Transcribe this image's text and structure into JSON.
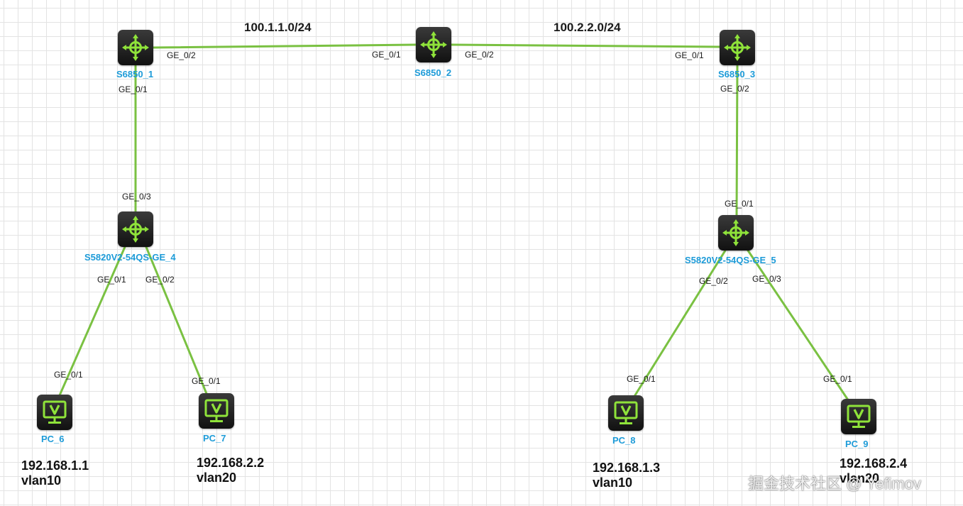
{
  "networks": {
    "net1": "100.1.1.0/24",
    "net2": "100.2.2.0/24"
  },
  "devices": {
    "s6850_1": {
      "name": "S6850_1",
      "icon": "router-icon"
    },
    "s6850_2": {
      "name": "S6850_2",
      "icon": "router-icon"
    },
    "s6850_3": {
      "name": "S6850_3",
      "icon": "router-icon"
    },
    "sw4": {
      "name": "S5820V2-54QS-GE_4",
      "icon": "router-icon"
    },
    "sw5": {
      "name": "S5820V2-54QS-GE_5",
      "icon": "router-icon"
    },
    "pc6": {
      "name": "PC_6",
      "icon": "monitor-icon",
      "ip": "192.168.1.1",
      "vlan": "vlan10"
    },
    "pc7": {
      "name": "PC_7",
      "icon": "monitor-icon",
      "ip": "192.168.2.2",
      "vlan": "vlan20"
    },
    "pc8": {
      "name": "PC_8",
      "icon": "monitor-icon",
      "ip": "192.168.1.3",
      "vlan": "vlan10"
    },
    "pc9": {
      "name": "PC_9",
      "icon": "monitor-icon",
      "ip": "192.168.2.4",
      "vlan": "vlan20"
    }
  },
  "ports": {
    "s1_ge02": "GE_0/2",
    "s1_ge01": "GE_0/1",
    "s2_ge01": "GE_0/1",
    "s2_ge02": "GE_0/2",
    "s3_ge01": "GE_0/1",
    "s3_ge02": "GE_0/2",
    "sw4_ge03": "GE_0/3",
    "sw4_ge01": "GE_0/1",
    "sw4_ge02": "GE_0/2",
    "sw5_ge01": "GE_0/1",
    "sw5_ge02": "GE_0/2",
    "sw5_ge03": "GE_0/3",
    "pc6_ge01": "GE_0/1",
    "pc7_ge01": "GE_0/1",
    "pc8_ge01": "GE_0/1",
    "pc9_ge01": "GE_0/1"
  },
  "watermark": "掘金技术社区 @ Yefimov",
  "colors": {
    "link": "#7ac142",
    "device_label": "#1d9bd8",
    "icon_green": "#8fe33a",
    "device_body": "#1b1b1b"
  }
}
